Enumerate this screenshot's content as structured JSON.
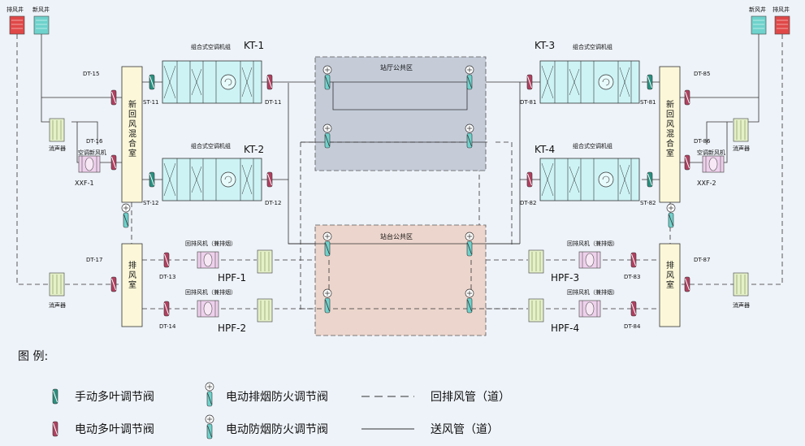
{
  "labels": {
    "exhaust_shaft": "排风井",
    "fresh_shaft": "新风井",
    "silencer": "消声器",
    "ahu": "组合式空调机组",
    "station_hall": "站厅公共区",
    "platform": "站台公共区",
    "return_fan": "回排风机（兼排烟）",
    "fresh_fan_name": "空调新风机",
    "mix_room_chars": [
      "新",
      "回",
      "风",
      "混",
      "合",
      "室"
    ],
    "exhaust_room_chars": [
      "排",
      "风",
      "室"
    ]
  },
  "tags": {
    "kt1": "KT-1",
    "kt2": "KT-2",
    "kt3": "KT-3",
    "kt4": "KT-4",
    "xxf1": "XXF-1",
    "xxf2": "XXF-2",
    "hpf1": "HPF-1",
    "hpf2": "HPF-2",
    "hpf3": "HPF-3",
    "hpf4": "HPF-4",
    "dt15": "DT-15",
    "dt16": "DT-16",
    "dt17": "DT-17",
    "dt13": "DT-13",
    "dt14": "DT-14",
    "dt11": "DT-11",
    "dt12": "DT-12",
    "dt85": "DT-85",
    "dt86": "DT-86",
    "dt87": "DT-87",
    "dt83": "DT-83",
    "dt84": "DT-84",
    "dt81": "DT-81",
    "dt82": "DT-82",
    "st11": "ST-11",
    "st12": "ST-12",
    "st81": "ST-81",
    "st82": "ST-82"
  },
  "legend": {
    "title": "图  例:",
    "manual_damper": "手动多叶调节阀",
    "electric_damper": "电动多叶调节阀",
    "smoke_fire_damper": "电动排烟防火调节阀",
    "fire_smoke_damper": "电动防烟防火调节阀",
    "return_duct_line": "— — —",
    "return_duct": "回排风管（道）",
    "supply_duct_line": "————",
    "supply_duct": "送风管（道）"
  },
  "colors": {
    "ahu_fill": "#cdf3f5",
    "hall_fill": "#c5ccd8",
    "platform_fill": "#ecd5cc",
    "room_fill": "#fbf7d8",
    "fan_fill": "#eed0ec",
    "silencer_fill": "#e4f0c8",
    "exhaust_shaft": "#e04848",
    "fresh_shaft": "#6fd2cc",
    "electric_damper": "#b04060",
    "manual_damper": "#2a9080"
  }
}
